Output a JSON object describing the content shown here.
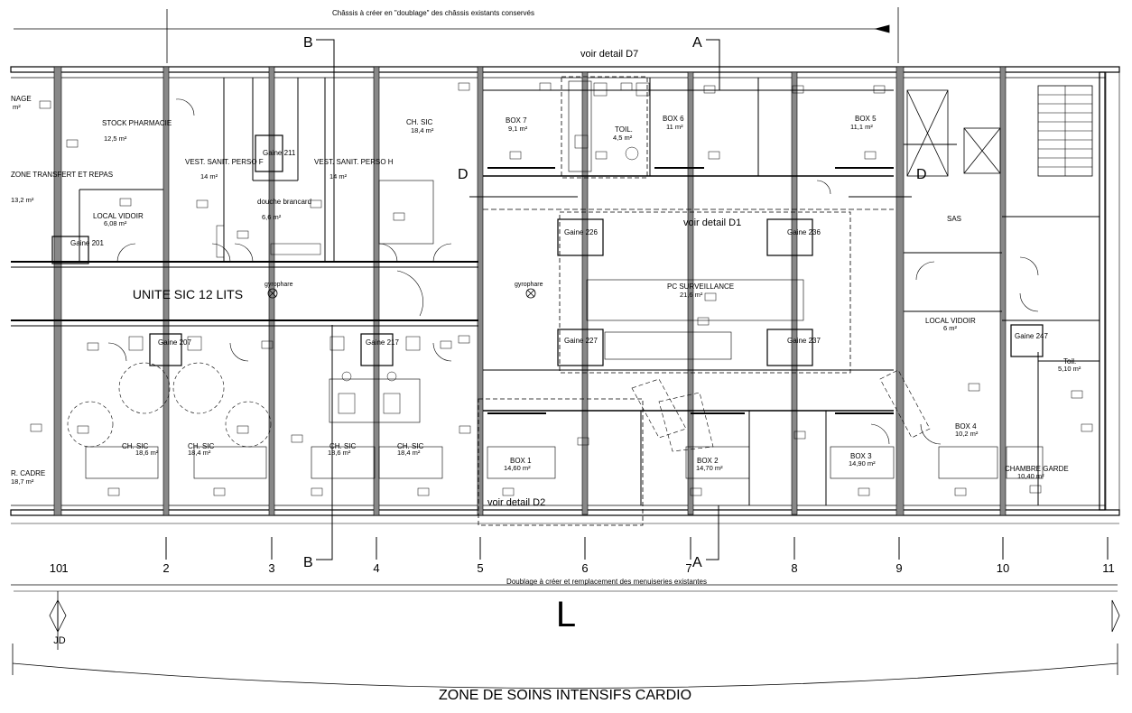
{
  "top_note": "Châssis à créer en \"doublage\" des châssis existants conservés",
  "bottom_note": "Doublage à créer et remplacement des menuiseries existantes",
  "zone_title": "ZONE DE SOINS INTENSIFS CARDIO",
  "unit_title": "UNITE SIC  12 LITS",
  "dimension_letter": "L",
  "joint_label": "JD",
  "details": {
    "d1": "voir detail D1",
    "d2": "voir detail D2",
    "d7": "voir detail D7"
  },
  "sections": {
    "a": "A",
    "b": "B",
    "d": "D"
  },
  "gyrophare": "gyrophare",
  "axes": [
    "10",
    "1",
    "2",
    "3",
    "4",
    "5",
    "6",
    "7",
    "8",
    "9",
    "10",
    "11"
  ],
  "rooms": [
    {
      "name": "NAGE",
      "area": "m²"
    },
    {
      "name": "STOCK PHARMACIE",
      "area": "12,5 m²"
    },
    {
      "name": "VEST. SANIT. PERSO F",
      "area": "14 m²"
    },
    {
      "name": "Gaine 211",
      "area": ""
    },
    {
      "name": "VEST. SANIT. PERSO H",
      "area": "14 m²"
    },
    {
      "name": "douche brancard",
      "area": "6,6 m²"
    },
    {
      "name": "CH. SIC",
      "area": "18,4 m²"
    },
    {
      "name": "BOX 7",
      "area": "9,1 m²"
    },
    {
      "name": "TOIL.",
      "area": "4,5 m²"
    },
    {
      "name": "BOX 6",
      "area": "11 m²"
    },
    {
      "name": "BOX 5",
      "area": "11,1 m²"
    },
    {
      "name": "ZONE TRANSFERT ET REPAS",
      "area": "13,2 m²"
    },
    {
      "name": "LOCAL VIDOIR",
      "area": "6,08 m²"
    },
    {
      "name": "Gaine 201",
      "area": ""
    },
    {
      "name": "Gaine 226",
      "area": ""
    },
    {
      "name": "Gaine 236",
      "area": ""
    },
    {
      "name": "PC SURVEILLANCE",
      "area": "21,6 m²"
    },
    {
      "name": "Gaine 227",
      "area": ""
    },
    {
      "name": "Gaine 237",
      "area": ""
    },
    {
      "name": "SAS",
      "area": ""
    },
    {
      "name": "LOCAL VIDOIR",
      "area": "6 m²"
    },
    {
      "name": "Gaine 247",
      "area": ""
    },
    {
      "name": "Toil.",
      "area": "5,10 m²"
    },
    {
      "name": "Gaine 207",
      "area": ""
    },
    {
      "name": "Gaine 217",
      "area": ""
    },
    {
      "name": "CH. SIC",
      "area": "18,6 m²"
    },
    {
      "name": "CH. SIC",
      "area": "18,4 m²"
    },
    {
      "name": "CH. SIC",
      "area": "18,6 m²"
    },
    {
      "name": "CH. SIC",
      "area": "18,4 m²"
    },
    {
      "name": "BOX 1",
      "area": "14,60 m²"
    },
    {
      "name": "BOX 2",
      "area": "14,70 m²"
    },
    {
      "name": "BOX 3",
      "area": "14,90 m²"
    },
    {
      "name": "BOX 4",
      "area": "10,2 m²"
    },
    {
      "name": "CHAMBRE GARDE",
      "area": "10,40 m²"
    },
    {
      "name": "R. CADRE",
      "area": "18,7 m²"
    }
  ]
}
